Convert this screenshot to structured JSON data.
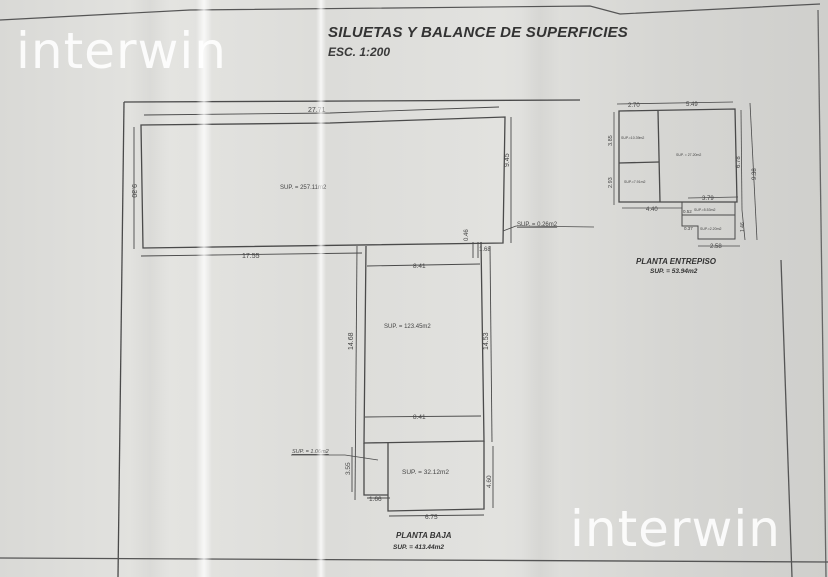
{
  "document": {
    "title": "SILUETAS Y BALANCE DE SUPERFICIES",
    "scale": "ESC. 1:200",
    "watermark": "interwin"
  },
  "planta_baja": {
    "caption": "PLANTA BAJA",
    "total": "SUP. = 413.44m2",
    "main_block": {
      "area": "SUP. = 257.11m2",
      "width_top": "27.71",
      "height_left": "9.30",
      "height_right": "9.45",
      "bottom_left": "17.55"
    },
    "corner_triangle": {
      "area": "SUP. = 0.26m2",
      "dim_a": "0.46",
      "dim_b": "1.68"
    },
    "center_block": {
      "area": "SUP. = 123.45m2",
      "width_top": "8.41",
      "width_bottom": "8.41",
      "height_left": "14.68",
      "height_right": "14.53"
    },
    "small_block": {
      "area": "SUP. = 1.06m2",
      "height": "3.55",
      "width": "1.66"
    },
    "bottom_block": {
      "area": "SUP. = 32.12m2",
      "width": "6.75",
      "height": "4.60"
    }
  },
  "planta_entrepiso": {
    "caption": "PLANTA ENTREPISO",
    "total": "SUP. = 53.94m2",
    "dims": {
      "top_left": "2.70",
      "top_right": "5.49",
      "left_upper": "3.85",
      "left_lower": "2.93",
      "right_inner": "6.78",
      "right_outer": "9.38",
      "mid_width": "3.79",
      "bottom_left": "4.40",
      "step_a": "0.52",
      "step_b": "0.37",
      "right_small": "1.46",
      "bottom_right": "2.58"
    },
    "areas": {
      "room_a": "SUP.=10.39m2",
      "room_b": "SUP.=7.91m2",
      "room_c": "SUP. = 27.20m2",
      "room_d": "SUP.=5.53m2",
      "room_e": "SUP.=2.20m2"
    }
  }
}
